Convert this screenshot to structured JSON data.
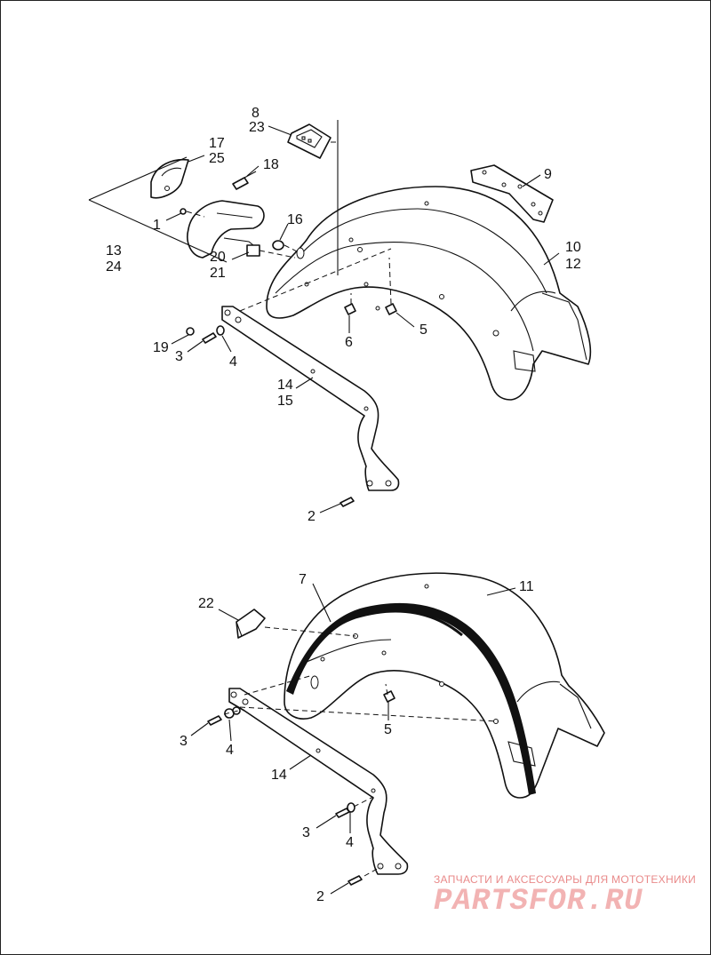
{
  "labels": {
    "top": [
      "8",
      "23",
      "17",
      "25",
      "18",
      "9",
      "1",
      "16",
      "10",
      "12",
      "13",
      "24",
      "20",
      "21",
      "19",
      "3",
      "4",
      "6",
      "5",
      "14",
      "15",
      "2"
    ],
    "bottom": [
      "7",
      "11",
      "22",
      "3",
      "4",
      "5",
      "14",
      "3",
      "4",
      "2"
    ]
  },
  "watermark": {
    "caption": "ЗАПЧАСТИ И АКСЕССУАРЫ ДЛЯ МОТОТЕХНИКИ",
    "logo": "PARTSFOR.RU"
  }
}
